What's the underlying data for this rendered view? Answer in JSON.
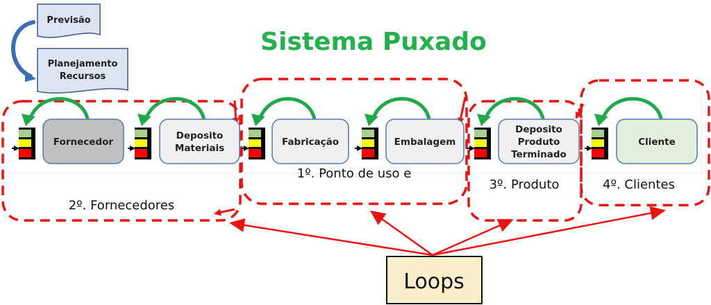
{
  "title": "Sistema Puxado",
  "colors": {
    "title": "#22b14c",
    "loop_dash": "#ee1111",
    "pointer_arrow": "#ee1111",
    "feedback_arrow": "#1faa4a",
    "planning_arrow": "#3a6fb5",
    "doc_fill": "#dce4f0",
    "doc_stroke": "#3a5a8a",
    "box_stroke": "#5677b0",
    "kanban_green": "#a8d08d",
    "kanban_yellow": "#ffff00",
    "kanban_red": "#ff0000",
    "loops_box_fill": "#fbeecb"
  },
  "planning": {
    "documents": [
      {
        "id": "previsao",
        "lines": [
          "Previsão"
        ]
      },
      {
        "id": "planejamento",
        "lines": [
          "Planejamento",
          "Recursos"
        ]
      }
    ]
  },
  "process": [
    {
      "id": "fornecedor",
      "lines": [
        "Fornecedor"
      ],
      "fill": "#c0c0c0"
    },
    {
      "id": "deposito-materiais",
      "lines": [
        "Deposito",
        "Materiais"
      ],
      "fill": "#f0f0f0"
    },
    {
      "id": "fabricacao",
      "lines": [
        "Fabricação"
      ],
      "fill": "#f0f0f0"
    },
    {
      "id": "embalagem",
      "lines": [
        "Embalagem"
      ],
      "fill": "#f0f0f0"
    },
    {
      "id": "deposito-produto",
      "lines": [
        "Deposito",
        "Produto",
        "Terminado"
      ],
      "fill": "#f0f0f0"
    },
    {
      "id": "cliente",
      "lines": [
        "Cliente"
      ],
      "fill": "#e2efda"
    }
  ],
  "loops": [
    {
      "id": "fornecedores",
      "label": "2º. Fornecedores"
    },
    {
      "id": "ponto-de-uso",
      "label": "1º. Ponto de uso e"
    },
    {
      "id": "produto",
      "label": "3º. Produto"
    },
    {
      "id": "clientes",
      "label": "4º. Clientes"
    }
  ],
  "loops_box": {
    "label": "Loops"
  }
}
